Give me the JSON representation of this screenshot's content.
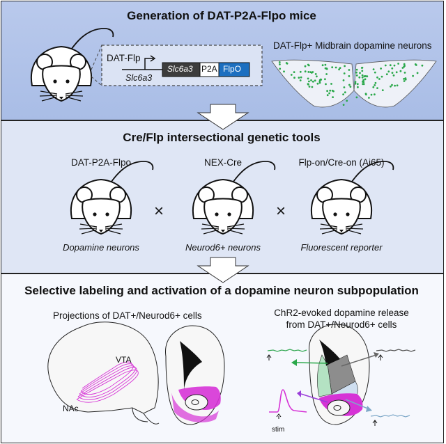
{
  "panel1": {
    "title": "Generation of DAT-P2A-Flpo mice",
    "construct_label": "DAT-Flp",
    "gene_label": "Slc6a3",
    "blocks": [
      "Slc6a3",
      "P2A",
      "FlpO"
    ],
    "neurons_label": "DAT-Flp+ Midbrain dopamine neurons"
  },
  "panel2": {
    "title": "Cre/Flp intersectional genetic tools",
    "mice": [
      {
        "name": "DAT-P2A-Flpo",
        "caption": "Dopamine neurons"
      },
      {
        "name": "NEX-Cre",
        "caption": "Neurod6+ neurons"
      },
      {
        "name": "Flp-on/Cre-on (Ai65)",
        "caption": "Fluorescent reporter"
      }
    ],
    "cross_symbol": "×"
  },
  "panel3": {
    "title": "Selective labeling and activation of a dopamine neuron subpopulation",
    "left_label": "Projections of DAT+/Neurod6+ cells",
    "right_label_line1": "ChR2-evoked dopamine release",
    "right_label_line2": "from DAT+/Neurod6+ cells",
    "vta_label": "VTA",
    "nac_label": "NAc",
    "stim_label": "stim"
  },
  "colors": {
    "panel1_bg": "#b0c3e9",
    "panel2_bg": "#dfe6f5",
    "panel3_bg": "#f6f8fd",
    "dark_block": "#3c3c3c",
    "flpo_block": "#1c6fc0",
    "green_dots": "#2aa84a",
    "magenta": "#d633d6",
    "green_trace": "#34a853",
    "gray_trace": "#555555",
    "blue_trace": "#7fa9c9"
  }
}
